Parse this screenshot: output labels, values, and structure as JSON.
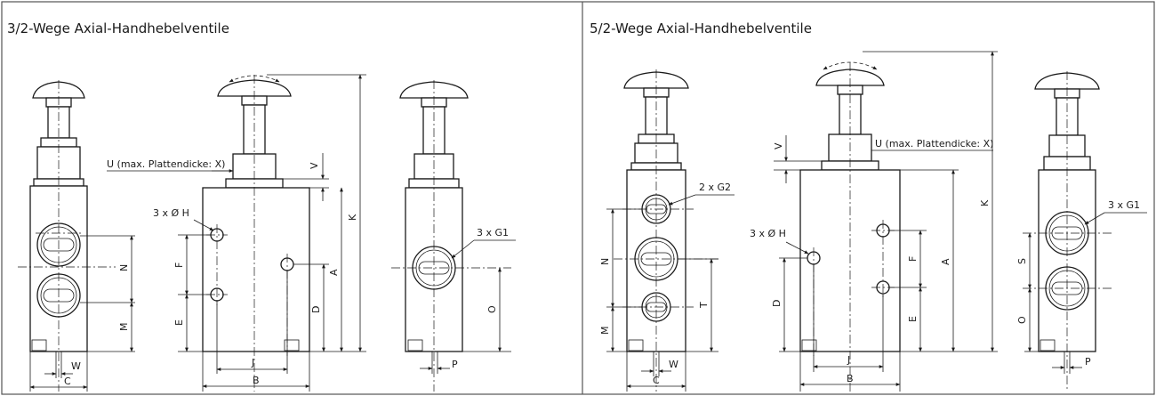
{
  "left_panel": {
    "title": "3/2-Wege Axial-Handhebelventile",
    "labels": {
      "u_note": "U (max. Plattendicke: X)",
      "v": "V",
      "k": "K",
      "a": "A",
      "d": "D",
      "n": "N",
      "m": "M",
      "f": "F",
      "e": "E",
      "o": "O",
      "hole": "3 x Ø H",
      "ports": "3 x G1",
      "w": "W",
      "c": "C",
      "j": "J",
      "b": "B",
      "p": "P"
    }
  },
  "right_panel": {
    "title": "5/2-Wege Axial-Handhebelventile",
    "labels": {
      "u_note": "U (max. Plattendicke: X)",
      "v": "V",
      "k": "K",
      "a": "A",
      "d": "D",
      "n": "N",
      "m": "M",
      "t": "T",
      "f": "F",
      "e": "E",
      "s": "S",
      "o": "O",
      "hole": "3 x Ø H",
      "ports2": "2 x G2",
      "ports": "3 x G1",
      "w": "W",
      "c": "C",
      "j": "J",
      "b": "B",
      "p": "P"
    }
  },
  "colors": {
    "line": "#1a1a1a",
    "frame": "#555555",
    "background": "#ffffff"
  }
}
